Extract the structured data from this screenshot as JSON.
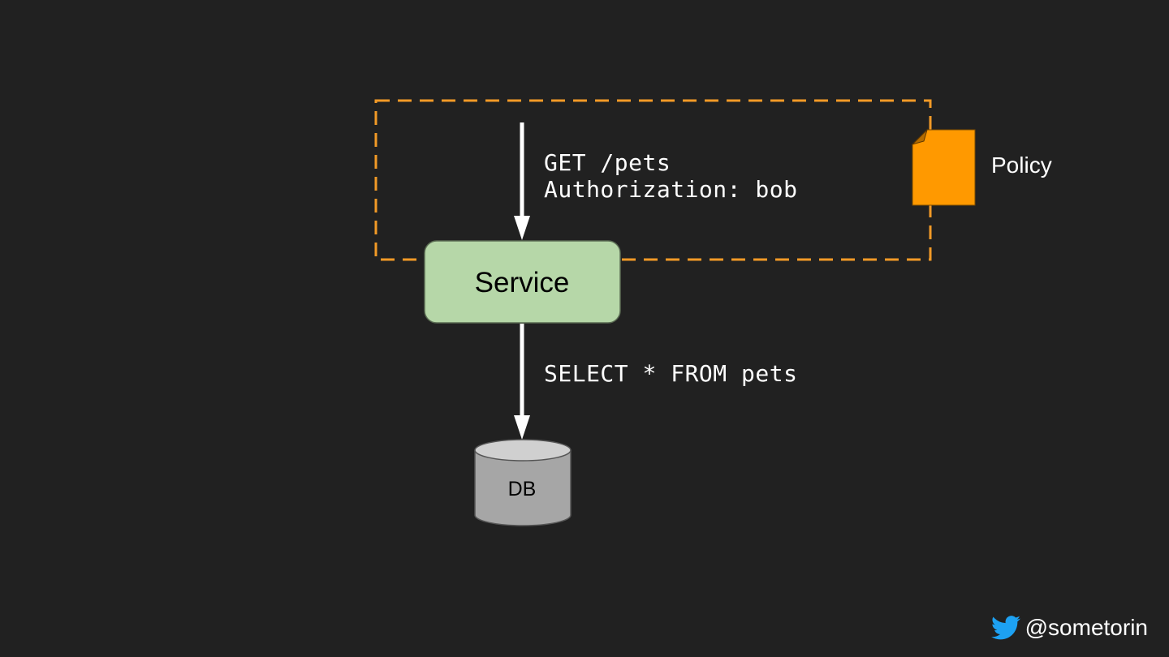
{
  "request": {
    "line1": "GET /pets",
    "line2": "Authorization: bob"
  },
  "service": {
    "label": "Service",
    "fill_color": "#b6d7a8"
  },
  "query": {
    "text": "SELECT * FROM pets"
  },
  "database": {
    "label": "DB",
    "body_color": "#a6a6a6",
    "top_color": "#d0d0d0"
  },
  "policy": {
    "label": "Policy",
    "icon": "document-icon",
    "color": "#ff9900"
  },
  "boundary": {
    "style": "dashed",
    "color": "#f29a27"
  },
  "footer": {
    "handle": "@sometorin",
    "icon": "twitter-bird-icon",
    "icon_color": "#1da1f2"
  }
}
